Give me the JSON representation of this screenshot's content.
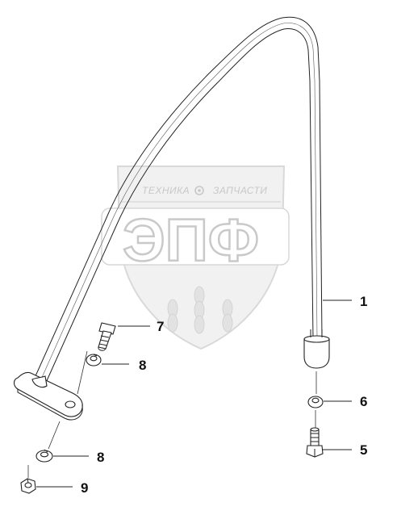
{
  "watermark": {
    "brand_left": "ТЕХНИКА",
    "brand_right": "ЗАПЧАСТИ",
    "logo_letters": "ЭПФ",
    "colors": {
      "shield_fill": "#eeeeee",
      "shield_stroke": "#d8d8d8",
      "text": "#c8c8c8"
    }
  },
  "callouts": [
    {
      "id": "1",
      "label": "1"
    },
    {
      "id": "5",
      "label": "5"
    },
    {
      "id": "6",
      "label": "6"
    },
    {
      "id": "7",
      "label": "7"
    },
    {
      "id": "8a",
      "label": "8"
    },
    {
      "id": "8b",
      "label": "8"
    },
    {
      "id": "9",
      "label": "9"
    }
  ],
  "colors": {
    "line": "#222222",
    "background": "#ffffff"
  }
}
